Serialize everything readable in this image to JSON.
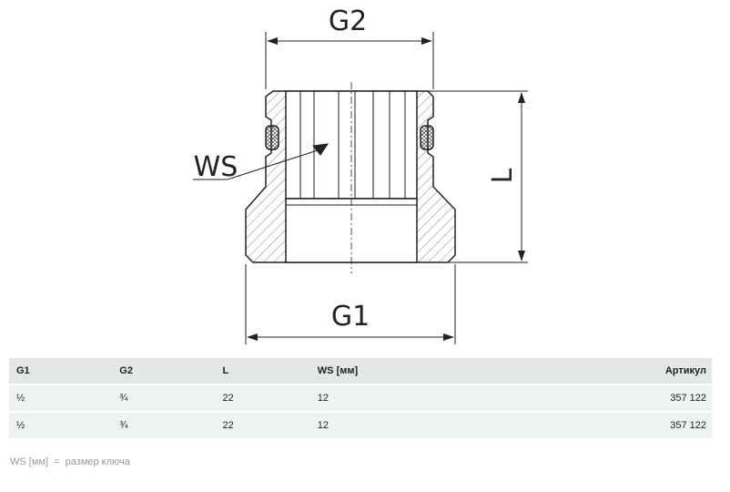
{
  "drawing": {
    "labels": {
      "g2": "G2",
      "g1": "G1",
      "l": "L",
      "ws": "WS"
    }
  },
  "table": {
    "headers": [
      "G1",
      "G2",
      "L",
      "WS [мм]",
      "Артикул"
    ],
    "rows": [
      [
        "½",
        "¾",
        "22",
        "12",
        "357 122"
      ],
      [
        "½",
        "¾",
        "22",
        "12",
        "357 122"
      ]
    ]
  },
  "note": "WS [мм]  =  размер ключа"
}
